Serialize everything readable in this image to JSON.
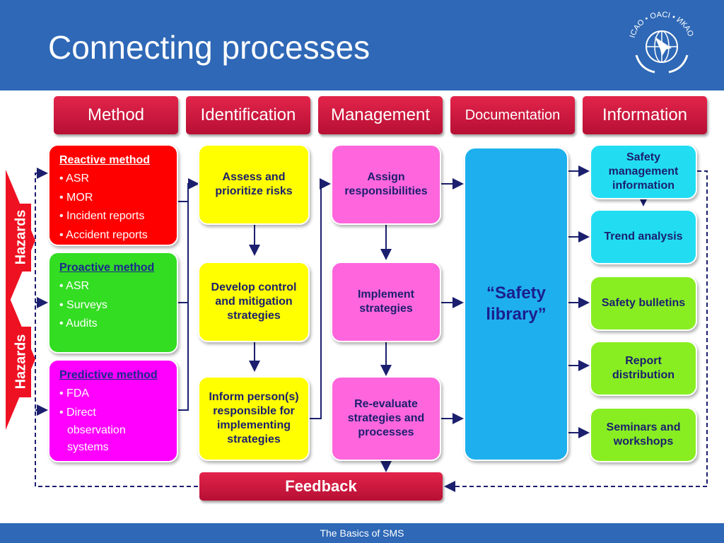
{
  "title": "Connecting processes",
  "footer": "The Basics of SMS",
  "logo_text": "ICAO • OACI • ИКАО",
  "columns": [
    "Method",
    "Identification",
    "Management",
    "Documentation",
    "Information"
  ],
  "hazards": [
    "Hazards",
    "Hazards"
  ],
  "methods": {
    "reactive": {
      "title": "Reactive method",
      "items": [
        "• ASR",
        "• MOR",
        "• Incident reports",
        "• Accident reports"
      ]
    },
    "proactive": {
      "title": "Proactive method",
      "items": [
        "• ASR",
        "• Surveys",
        "• Audits"
      ]
    },
    "predictive": {
      "title": "Predictive method",
      "items": [
        "• FDA",
        "• Direct",
        "observation",
        "systems"
      ]
    }
  },
  "identification": [
    "Assess and prioritize risks",
    "Develop control and mitigation strategies",
    "Inform person(s) responsible for implementing strategies"
  ],
  "management": [
    "Assign responsibilities",
    "Implement strategies",
    "Re-evaluate strategies and processes"
  ],
  "documentation": {
    "line1": "“Safety",
    "line2": "library”"
  },
  "information": [
    "Safety management information",
    "Trend analysis",
    "Safety bulletins",
    "Report distribution",
    "Seminars and workshops"
  ],
  "feedback": "Feedback",
  "colors": {
    "header": "#2e68b6",
    "column_head": "#c8173c",
    "reactive": "#ff0000",
    "proactive": "#33dd22",
    "predictive": "#ff00ff",
    "identification": "#ffff00",
    "management": "#ff66dd",
    "documentation": "#1eb0ee",
    "info_top": "#22ddf2",
    "info_bottom": "#88ee22",
    "arrows": "#1b1f6e"
  }
}
